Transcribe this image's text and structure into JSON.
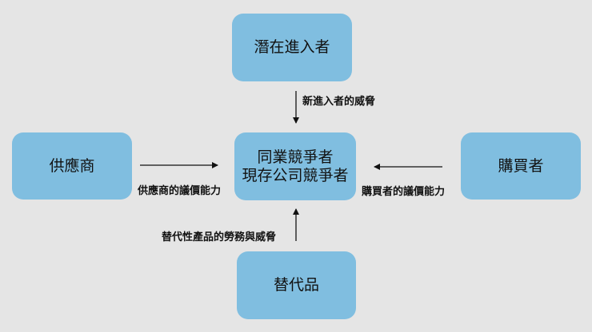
{
  "nodes": {
    "new_entrants": "潛在進入者",
    "suppliers": "供應商",
    "center_line1": "同業競爭者",
    "center_line2": "現存公司競爭者",
    "buyers": "購買者",
    "substitutes": "替代品"
  },
  "labels": {
    "new_entrants_threat": "新進入者的威脅",
    "supplier_power": "供應商的議價能力",
    "buyer_power": "購買者的議價能力",
    "substitute_threat": "替代性產品的勞務與威脅"
  },
  "colors": {
    "background": "#e5e5e5",
    "node_fill": "#80bee0",
    "arrow": "#111111"
  }
}
